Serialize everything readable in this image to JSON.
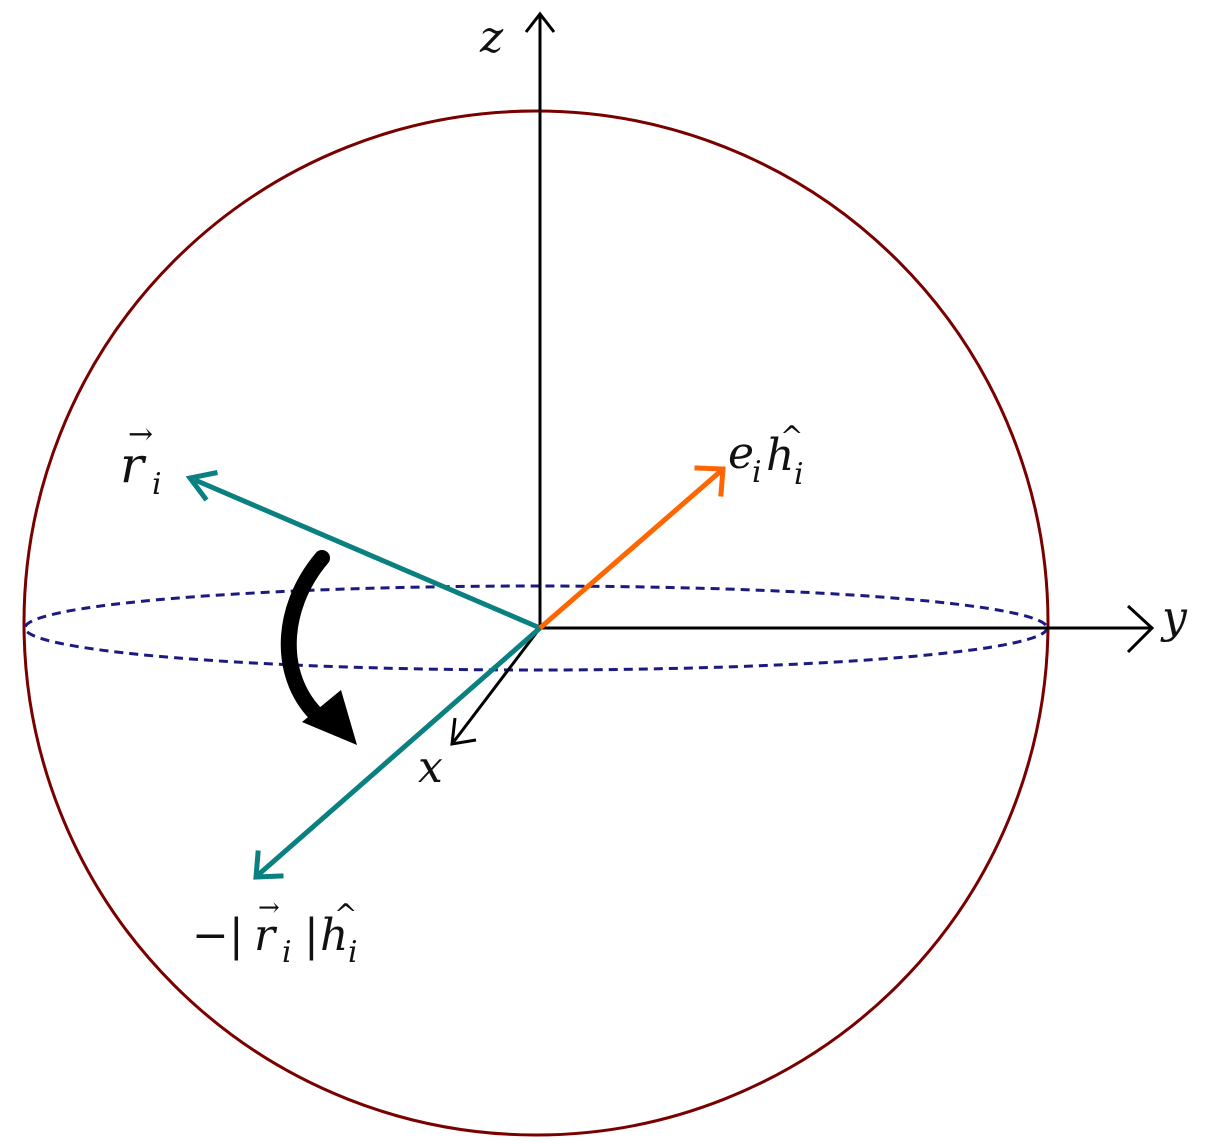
{
  "axes": {
    "z": "z",
    "y": "y",
    "x": "x"
  },
  "vectors": {
    "r_i": {
      "base": "r",
      "arrow": "→",
      "sub": "i"
    },
    "e_i_h_i": {
      "e": "e",
      "e_sub": "i",
      "h": "h",
      "hat": "^",
      "h_sub": "i"
    },
    "minus_r_h": {
      "minus": "−|",
      "r": "r",
      "arrow": "→",
      "r_sub": "i",
      "bar": "|",
      "h": "h",
      "hat": "^",
      "h_sub": "i"
    }
  },
  "colors": {
    "sphere": "#7a0000",
    "equator": "#1a1a80",
    "teal": "#0a8080",
    "orange": "#ff6600",
    "axis": "#000000",
    "rotation_arrow": "#000000"
  }
}
